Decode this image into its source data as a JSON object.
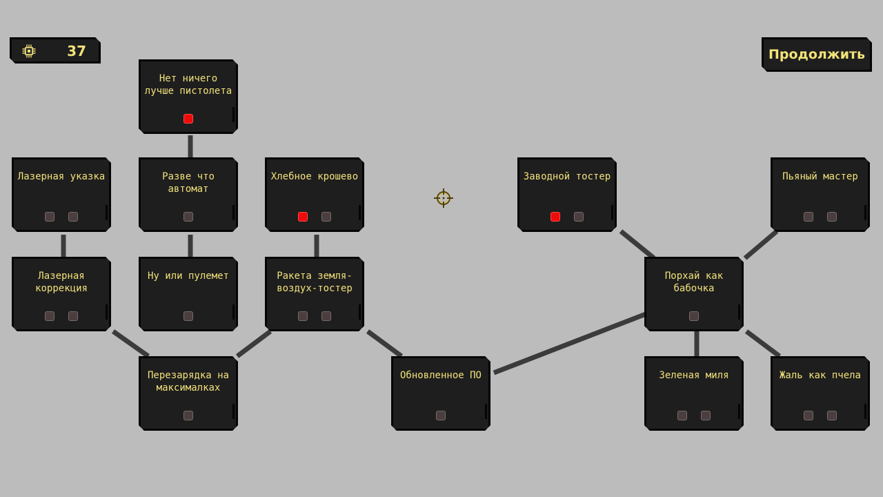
{
  "currency": {
    "icon": "chip-icon",
    "value": "37"
  },
  "continue_label": "Продолжить",
  "crosshair_icon": "crosshair-icon",
  "colors": {
    "background": "#bcbcbc",
    "node": "#1e1e1e",
    "text": "#f2e27a",
    "slot_active": "#ee0b0b",
    "slot_empty": "#4a3e3e",
    "link": "#3b3b3b"
  },
  "nodes": [
    {
      "id": "pistol",
      "title": "Нет ничего лучше пистолета",
      "slots": [
        true
      ]
    },
    {
      "id": "laser-pointer",
      "title": "Лазерная указка",
      "slots": [
        false,
        false
      ]
    },
    {
      "id": "automatic",
      "title": "Разве что автомат",
      "slots": [
        false
      ]
    },
    {
      "id": "breadcrumbs",
      "title": "Хлебное крошево",
      "slots": [
        true,
        false
      ]
    },
    {
      "id": "clockwork-toaster",
      "title": "Заводной тостер",
      "slots": [
        true,
        false
      ]
    },
    {
      "id": "drunk-master",
      "title": "Пьяный мастер",
      "slots": [
        false,
        false
      ]
    },
    {
      "id": "laser-correction",
      "title": "Лазерная коррекция",
      "slots": [
        false,
        false
      ]
    },
    {
      "id": "machine-gun",
      "title": "Ну или пулемет",
      "slots": [
        false
      ]
    },
    {
      "id": "toaster-missile",
      "title": "Ракета земля-воздух-тостер",
      "slots": [
        false,
        false
      ]
    },
    {
      "id": "butterfly",
      "title": "Порхай как бабочка",
      "slots": [
        false
      ]
    },
    {
      "id": "max-reload",
      "title": "Перезарядка на максималках",
      "slots": [
        false
      ]
    },
    {
      "id": "updated-software",
      "title": "Обновленное ПО",
      "slots": [
        false
      ]
    },
    {
      "id": "green-mile",
      "title": "Зеленая миля",
      "slots": [
        false,
        false
      ]
    },
    {
      "id": "sting-bee",
      "title": "Жаль как пчела",
      "slots": [
        false,
        false
      ]
    }
  ]
}
